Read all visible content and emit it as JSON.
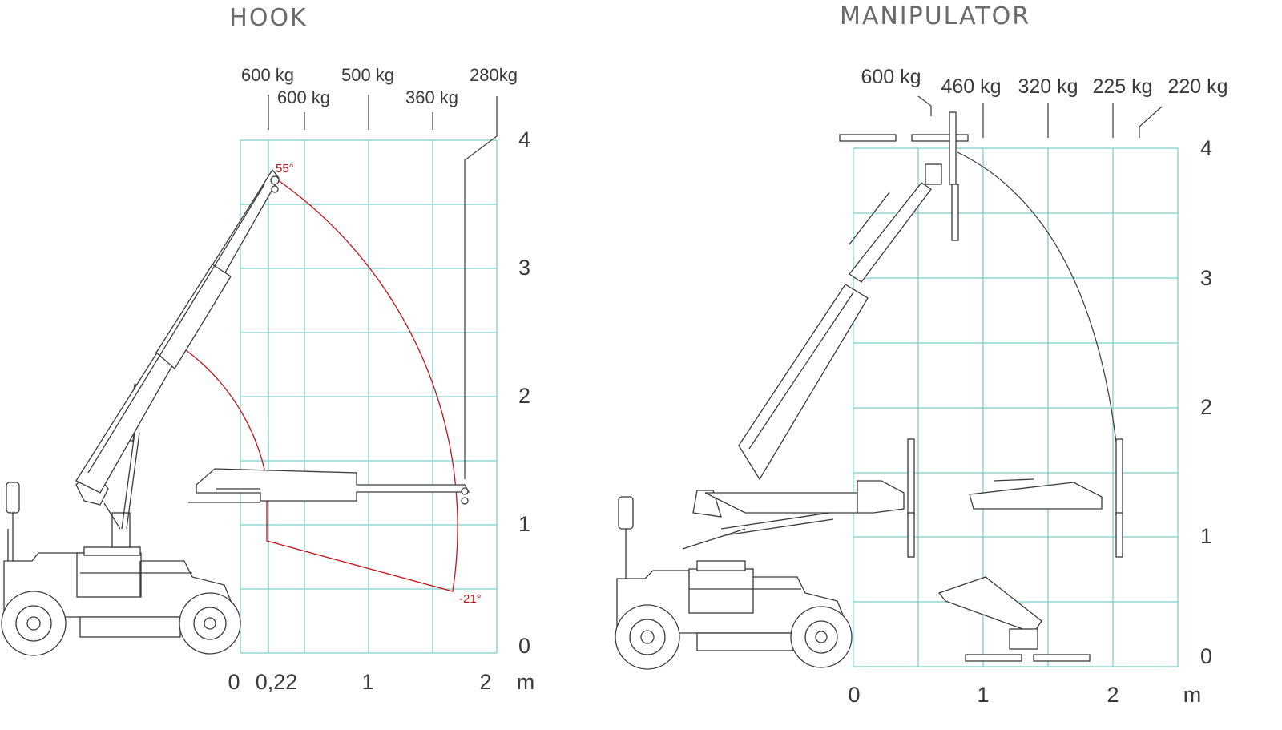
{
  "hook": {
    "title": "HOOK",
    "load_labels": [
      "600 kg",
      "600 kg",
      "500 kg",
      "360 kg",
      "280kg"
    ],
    "y_ticks": [
      "0",
      "1",
      "2",
      "3",
      "4"
    ],
    "x_ticks": [
      "0",
      "0,22",
      "1",
      "2"
    ],
    "unit": "m",
    "angle_max": "55°",
    "angle_min": "-21°"
  },
  "manipulator": {
    "title": "MANIPULATOR",
    "load_labels": [
      "600 kg",
      "460 kg",
      "320 kg",
      "225 kg",
      "220 kg"
    ],
    "y_ticks": [
      "0",
      "1",
      "2",
      "3",
      "4"
    ],
    "x_ticks": [
      "0",
      "1",
      "2"
    ],
    "unit": "m"
  },
  "colors": {
    "grid": "#7ecfcb",
    "envelope": "#c0141c",
    "machine": "#3a3a3a"
  }
}
